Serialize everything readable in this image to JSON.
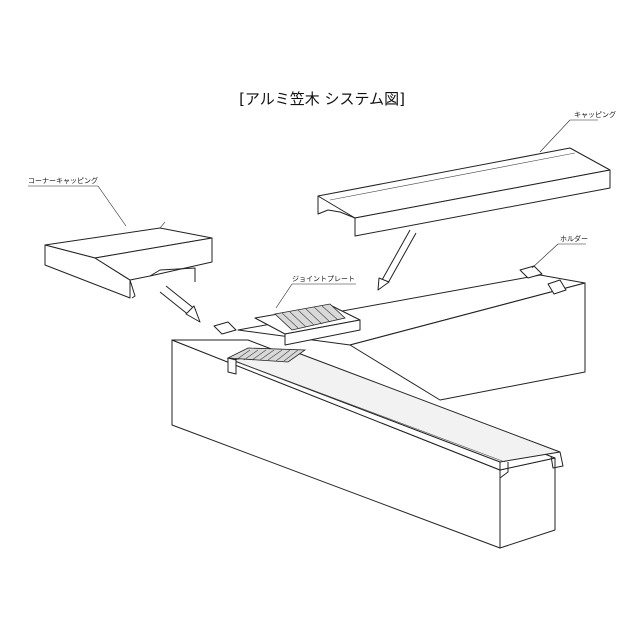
{
  "title": "[アルミ笠木 システム図]",
  "labels": {
    "capping": "キャッピング",
    "corner_capping": "コーナーキャッピング",
    "holder": "ホルダー",
    "joint_plate": "ジョイントプレート"
  },
  "colors": {
    "line": "#222222",
    "background": "#ffffff",
    "shade": "#f2f2f2"
  }
}
